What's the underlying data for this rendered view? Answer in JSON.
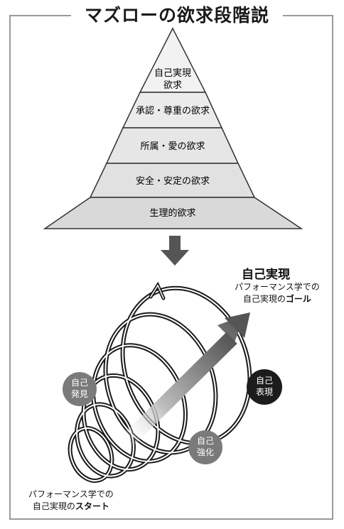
{
  "title": "マズローの欲求段階説",
  "pyramid": {
    "levels": [
      {
        "line1": "自己実現",
        "line2": "欲求"
      },
      {
        "line1": "承認・尊重の欲求"
      },
      {
        "line1": "所属・愛の欲求"
      },
      {
        "line1": "安全・安定の欲求"
      },
      {
        "line1": "生理的欲求"
      }
    ]
  },
  "spiral": {
    "goal_title": "自己実現",
    "goal_line1": "パフォーマンス学での",
    "goal_line2_prefix": "自己実現の",
    "goal_line2_em": "ゴール",
    "start_line1": "パフォーマンス学での",
    "start_line2_prefix": "自己実現の",
    "start_line2_em": "スタート",
    "badges": [
      {
        "line1": "自己",
        "line2": "発見",
        "style": "gray"
      },
      {
        "line1": "自己",
        "line2": "強化",
        "style": "gray"
      },
      {
        "line1": "自己",
        "line2": "表現",
        "style": "black"
      }
    ]
  },
  "colors": {
    "pyramid_fill": "#ececec",
    "pyramid_bottom": "#d9d9d9",
    "badge_gray": "#7a7a7a",
    "badge_black": "#1c1c1c",
    "arrow_dark": "#555555"
  }
}
